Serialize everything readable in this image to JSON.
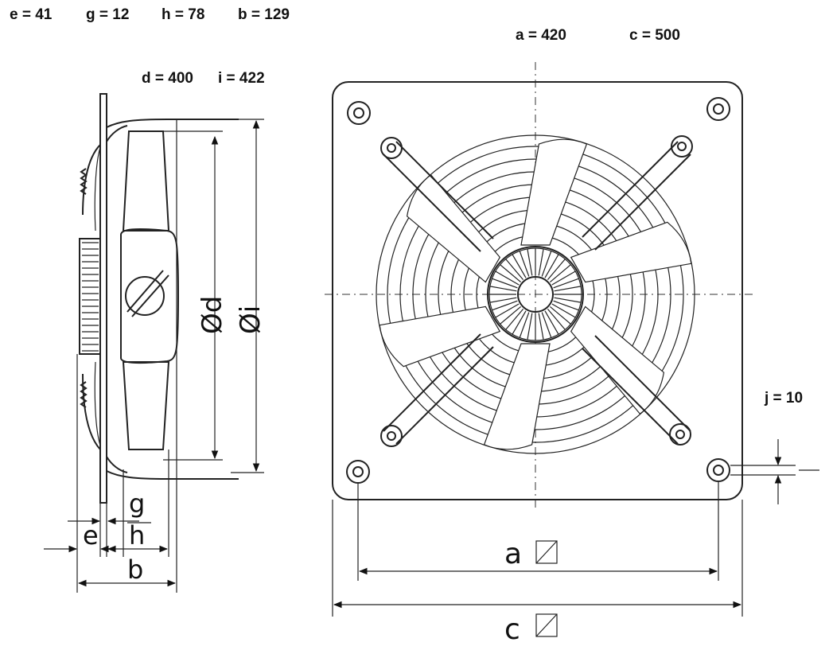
{
  "dimensions": {
    "e": "e = 41",
    "g": "g = 12",
    "h": "h = 78",
    "b": "b = 129",
    "d": "d = 400",
    "i": "i = 422",
    "a": "a = 420",
    "c": "c = 500",
    "j": "j = 10"
  },
  "drawing_labels": {
    "side_d": "Ød",
    "side_i": "Øi",
    "side_g": "g",
    "side_h": "h",
    "side_e": "e",
    "side_b": "b",
    "front_a": "a",
    "front_c": "c"
  }
}
